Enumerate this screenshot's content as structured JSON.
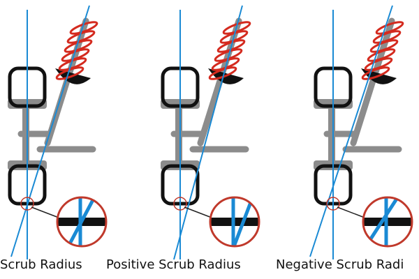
{
  "labels": [
    "Scrub Radius",
    "Positive Scrub Radius",
    "Negative Scrub Radi"
  ],
  "colors": {
    "axis": "#1a8ad4",
    "tyre": "#111111",
    "arm": "#8c8c8c",
    "spring": "#d42a1e",
    "inset_border": "#c0392b"
  },
  "panels": [
    {
      "type": "zero"
    },
    {
      "type": "positive"
    },
    {
      "type": "negative"
    }
  ]
}
